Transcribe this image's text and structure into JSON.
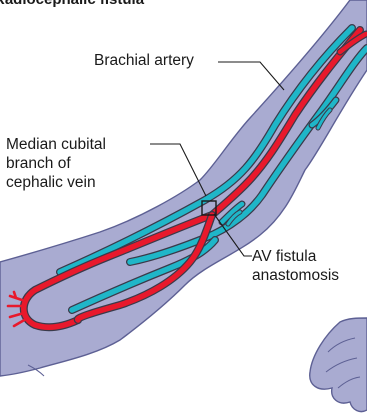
{
  "figure": {
    "title": "Radiocephalic fistula",
    "labels": {
      "brachial_artery": "Brachial artery",
      "median_cubital_vein": [
        "Median cubital",
        "branch of",
        "cephalic vein"
      ],
      "av_fistula": [
        "AV fistula",
        "anastomosis"
      ]
    },
    "colors": {
      "skin_fill": "#a9abd1",
      "skin_stroke": "#5d6094",
      "artery": "#e8192c",
      "vein": "#1fb6c8",
      "vessel_outline": "#3a3a4a",
      "leader": "#1a1a1a"
    }
  }
}
